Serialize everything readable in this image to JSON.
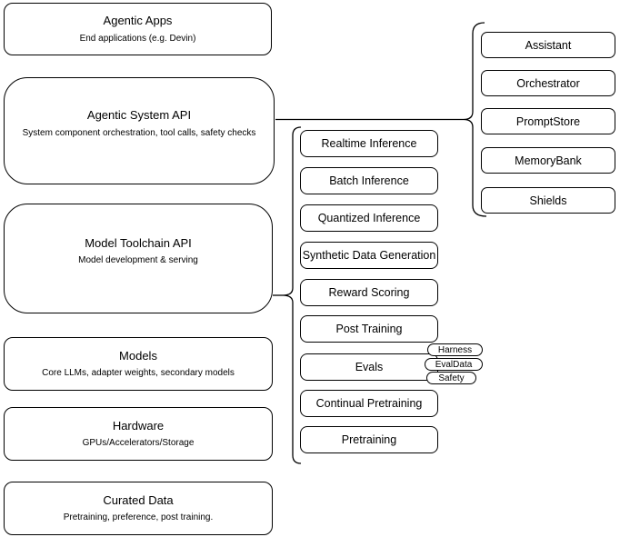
{
  "layer_stack": [
    {
      "title": "Agentic Apps",
      "subtitle": "End applications (e.g. Devin)"
    },
    {
      "title": "Agentic System API",
      "subtitle": "System component orchestration, tool calls, safety checks"
    },
    {
      "title": "Model Toolchain API",
      "subtitle": "Model development & serving"
    },
    {
      "title": "Models",
      "subtitle": "Core LLMs, adapter weights, secondary models"
    },
    {
      "title": "Hardware",
      "subtitle": "GPUs/Accelerators/Storage"
    },
    {
      "title": "Curated Data",
      "subtitle": "Pretraining, preference, post training."
    }
  ],
  "toolchain_items": [
    "Realtime Inference",
    "Batch Inference",
    "Quantized Inference",
    "Synthetic Data Generation",
    "Reward Scoring",
    "Post Training",
    "Evals",
    "Continual Pretraining",
    "Pretraining"
  ],
  "eval_tags": [
    "Harness",
    "EvalData",
    "Safety"
  ],
  "system_items": [
    "Assistant",
    "Orchestrator",
    "PromptStore",
    "MemoryBank",
    "Shields"
  ],
  "colors": {
    "stroke": "#000000",
    "fill": "#ffffff",
    "text": "#000000",
    "background": "#ffffff"
  }
}
